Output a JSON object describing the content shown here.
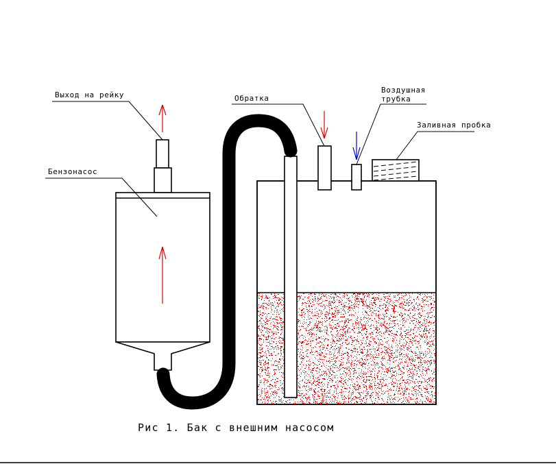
{
  "diagram": {
    "caption": "Рис 1. Бак с внешним насосом",
    "labels": {
      "pump_outlet": "Выход на рейку",
      "pump": "Бензонасос",
      "return_line": "Обратка",
      "air_tube_line1": "Воздушная",
      "air_tube_line2": "трубка",
      "filler_cap": "Заливная пробка"
    },
    "components": [
      {
        "id": "pump",
        "label": "Бензонасос",
        "type": "fuel-pump"
      },
      {
        "id": "pump-outlet",
        "label": "Выход на рейку",
        "type": "outlet-nipple"
      },
      {
        "id": "hose",
        "label": "",
        "type": "fuel-hose",
        "from": "pump-inlet",
        "to": "intake-tube"
      },
      {
        "id": "tank",
        "label": "",
        "type": "fuel-tank"
      },
      {
        "id": "intake-tube",
        "label": "",
        "type": "pickup-tube"
      },
      {
        "id": "return-port",
        "label": "Обратка",
        "type": "return-port"
      },
      {
        "id": "air-tube",
        "label": "Воздушная трубка",
        "type": "vent-tube"
      },
      {
        "id": "filler-cap",
        "label": "Заливная пробка",
        "type": "filler-cap"
      }
    ],
    "flow_arrows": [
      {
        "at": "pump-outlet",
        "direction": "up",
        "color": "#e00000"
      },
      {
        "at": "pump-body",
        "direction": "up",
        "color": "#e00000"
      },
      {
        "at": "return-port",
        "direction": "down",
        "color": "#e00000"
      },
      {
        "at": "air-tube",
        "direction": "down",
        "color": "#0000e0"
      }
    ],
    "fuel_level_fraction": 0.5,
    "colors": {
      "line": "#000000",
      "flow_arrow": "#e00000",
      "air_arrow": "#0000e0",
      "fuel_stipple": "#e00000",
      "background": "#ffffff"
    }
  }
}
